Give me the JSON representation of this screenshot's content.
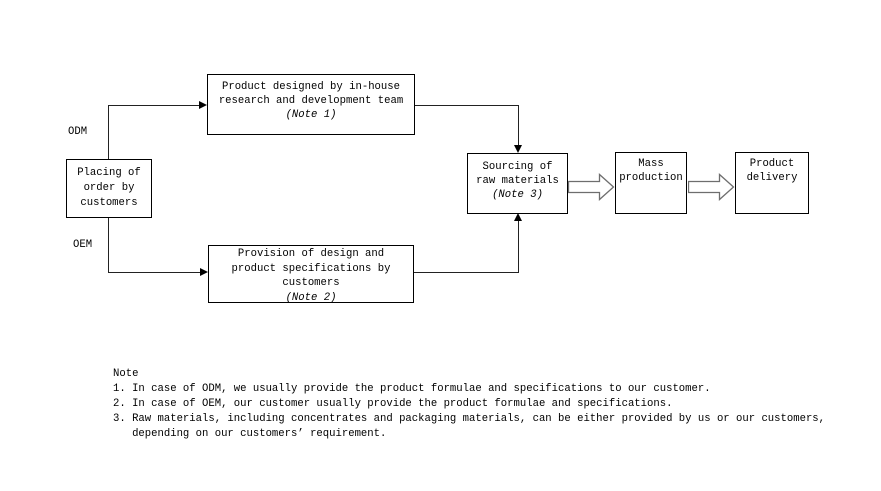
{
  "diagram": {
    "side_labels": {
      "odm": "ODM",
      "oem": "OEM"
    },
    "nodes": {
      "placing_order": {
        "lines": [
          "Placing of",
          "order by",
          "customers"
        ]
      },
      "product_designed": {
        "lines": [
          "Product designed by in-house",
          "research and development team"
        ],
        "note_ref": "(Note 1)"
      },
      "provision": {
        "lines": [
          "Provision of design and",
          "product specifications by",
          "customers"
        ],
        "note_ref": "(Note 2)"
      },
      "sourcing": {
        "lines": [
          "Sourcing of",
          "raw materials"
        ],
        "note_ref": "(Note 3)"
      },
      "mass_production": {
        "lines": [
          "Mass",
          "production"
        ]
      },
      "product_delivery": {
        "lines": [
          "Product",
          "delivery"
        ]
      }
    },
    "notes": {
      "title": "Note",
      "items": [
        "1. In case of ODM, we usually provide the product formulae and specifications to our customer.",
        "2. In case of OEM, our customer usually provide the product formulae and specifications.",
        "3. Raw materials, including concentrates and packaging materials, can be either provided by us or our customers,",
        "   depending on our customers’ requirement."
      ]
    },
    "colors": {
      "background": "#ffffff",
      "box_border": "#000000",
      "connector": "#222222",
      "block_arrow_outline": "#6e6e6e",
      "text": "#000000"
    }
  }
}
